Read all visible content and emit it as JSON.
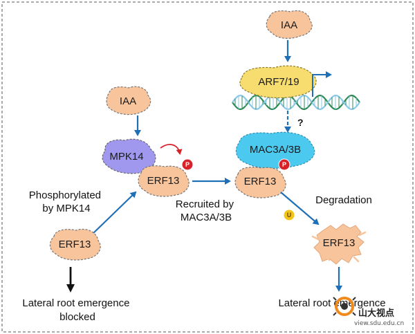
{
  "colors": {
    "protein": "#f7c49c",
    "mpk": "#9f98ee",
    "mac": "#4cc9ef",
    "arf": "#f7dc6f",
    "arrow": "#1f6fb6",
    "phospho": "#d7222a",
    "ubiquitin": "#f2c419",
    "dna_a": "#2e8b57",
    "dna_b": "#8ac9e8"
  },
  "left": {
    "iaa": "IAA",
    "mpk14": "MPK14",
    "phospho_mark": "P",
    "erf13_phospho": "ERF13",
    "phospho_caption": [
      "Phosphorylated",
      "by MPK14"
    ],
    "erf13": "ERF13",
    "outcome": [
      "Lateral root emergence",
      "blocked"
    ]
  },
  "center": {
    "recruit_caption": [
      "Recruited by",
      "MAC3A/3B"
    ]
  },
  "right": {
    "iaa": "IAA",
    "arf": "ARF7/19",
    "question": "?",
    "mac": "MAC3A/3B",
    "phospho_mark": "P",
    "erf13": "ERF13",
    "degradation": "Degradation",
    "ubiquitin_mark": "U",
    "erf13_degraded": "ERF13",
    "outcome": "Lateral root emergence"
  },
  "watermark": {
    "brand": "山大视点",
    "url": "view.sdu.edu.cn"
  }
}
